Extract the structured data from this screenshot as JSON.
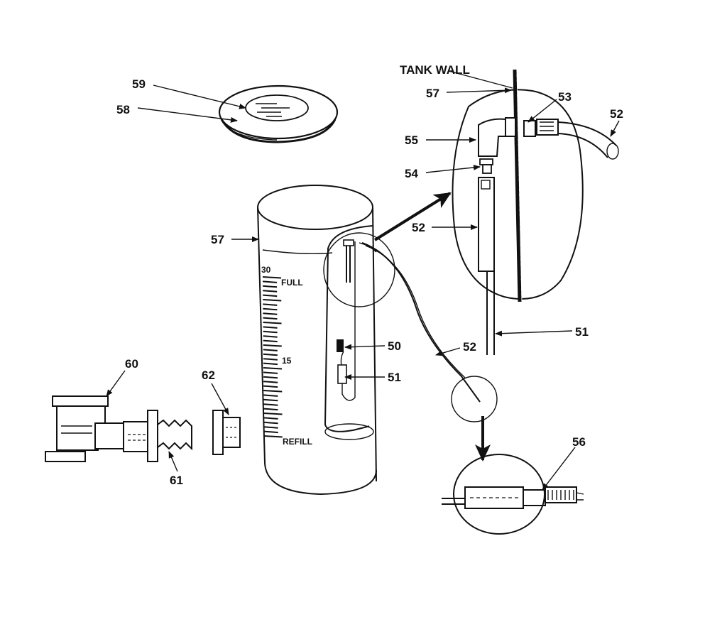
{
  "labels": {
    "tank_wall": "TANK WALL",
    "p50": "50",
    "p51": "51",
    "p52": "52",
    "p53": "53",
    "p54": "54",
    "p55": "55",
    "p56": "56",
    "p57": "57",
    "p58": "58",
    "p59": "59",
    "p60": "60",
    "p61": "61",
    "p62": "62"
  },
  "tank_scale": {
    "top_number": "30",
    "top_word": "FULL",
    "mid_number": "15",
    "bottom_word": "REFILL"
  }
}
